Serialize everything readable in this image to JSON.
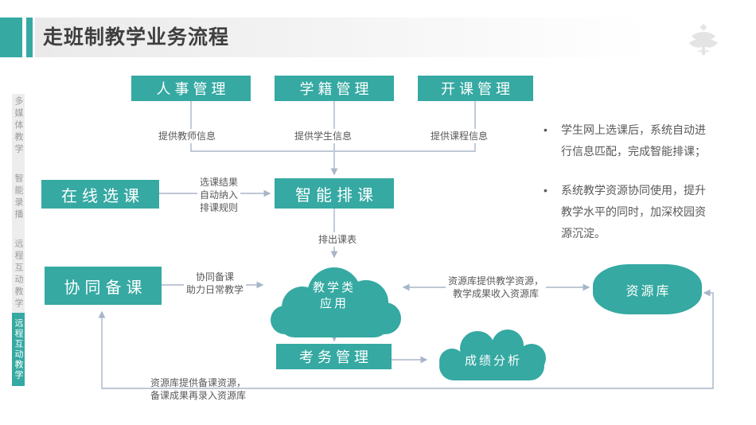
{
  "header": {
    "title": "走班制教学业务流程"
  },
  "sidebar": {
    "items": [
      {
        "label": "多媒体教学",
        "active": false
      },
      {
        "label": "智能录播",
        "active": false
      },
      {
        "label": "远程互动教学",
        "active": false
      },
      {
        "label": "远程互动教学",
        "active": true
      }
    ]
  },
  "diagram": {
    "nodes": {
      "personnel": "人事管理",
      "student_status": "学籍管理",
      "course_opening": "开课管理",
      "online_selection": "在线选课",
      "smart_scheduling": "智能排课",
      "collaborative_prep": "协同备课",
      "exam_affairs": "考务管理",
      "teaching_apps_l1": "教学类",
      "teaching_apps_l2": "应用",
      "score_analysis": "成绩分析",
      "resource_repo": "资源库"
    },
    "edge_labels": {
      "teacher_info": "提供教师信息",
      "student_info": "提供学生信息",
      "course_info": "提供课程信息",
      "selection_l1": "选课结果",
      "selection_l2": "自动纳入",
      "selection_l3": "排课规则",
      "timetable": "排出课表",
      "prep_l1": "协同备课",
      "prep_l2": "助力日常教学",
      "repo_supply_l1": "资源库提供教学资源，",
      "repo_supply_l2": "教学成果收入资源库",
      "repo_prep_l1": "资源库提供备课资源，",
      "repo_prep_l2": "备课成果再录入资源库"
    }
  },
  "notes": {
    "bullet_char": "•",
    "items": [
      "学生网上选课后，系统自动进行信息匹配，完成智能排课；",
      "系统教学资源协同使用，提升教学水平的同时，加深校园资源沉淀。"
    ]
  },
  "colors": {
    "teal": "#35a9a2",
    "connector": "#a9b5c8",
    "title_text": "#3f3f3f",
    "label_text": "#595959",
    "sidebar_bg": "#ededed",
    "logo_gray": "#e4e4e4"
  }
}
